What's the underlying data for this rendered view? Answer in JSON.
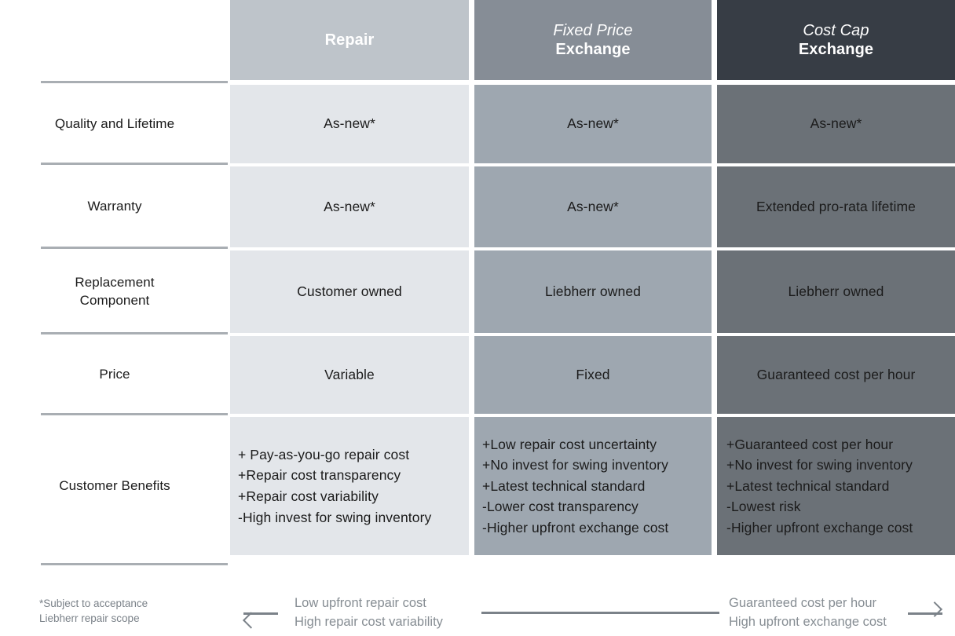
{
  "table": {
    "header": {
      "row_label": "",
      "columns": [
        {
          "id": "repair",
          "line1": "",
          "line2": "Repair",
          "single": true
        },
        {
          "id": "fixed-price",
          "line1": "Fixed Price",
          "line2": "Exchange",
          "single": false
        },
        {
          "id": "cost-cap",
          "line1": "Cost Cap",
          "line2": "Exchange",
          "single": false
        }
      ]
    },
    "rows": [
      {
        "label": "Quality and Lifetime",
        "cells": [
          "As-new*",
          "As-new*",
          "As-new*"
        ]
      },
      {
        "label": "Warranty",
        "cells": [
          "As-new*",
          "As-new*",
          "Extended pro-rata lifetime"
        ]
      },
      {
        "label_line1": "Replacement",
        "label_line2": "Component",
        "label": "Replacement Component",
        "cells": [
          "Customer owned",
          "Liebherr owned",
          "Liebherr owned"
        ]
      },
      {
        "label": "Price",
        "cells": [
          "Variable",
          "Fixed",
          "Guaranteed cost per hour"
        ]
      }
    ],
    "benefits_row": {
      "label": "Customer Benefits",
      "columns": [
        {
          "id": "repair",
          "items": [
            {
              "sign": "+",
              "text": " Pay-as-you-go repair cost"
            },
            {
              "sign": "+",
              "text": "Repair cost transparency"
            },
            {
              "sign": "+",
              "text": "Repair cost variability"
            },
            {
              "sign": "-",
              "text": "High invest for swing inventory"
            }
          ]
        },
        {
          "id": "fixed-price",
          "items": [
            {
              "sign": "+",
              "text": "Low repair cost uncertainty"
            },
            {
              "sign": "+",
              "text": "No invest for swing inventory"
            },
            {
              "sign": "+",
              "text": "Latest technical standard"
            },
            {
              "sign": "-",
              "text": "Lower cost transparency"
            },
            {
              "sign": "-",
              "text": "Higher upfront exchange cost"
            }
          ]
        },
        {
          "id": "cost-cap",
          "items": [
            {
              "sign": "+",
              "text": "Guaranteed cost per hour"
            },
            {
              "sign": "+",
              "text": "No invest for swing inventory"
            },
            {
              "sign": "+",
              "text": "Latest technical standard"
            },
            {
              "sign": "-",
              "text": "Lowest risk"
            },
            {
              "sign": "-",
              "text": "Higher upfront exchange cost"
            }
          ]
        }
      ]
    }
  },
  "footer": {
    "footnote_line1": "*Subject to acceptance",
    "footnote_line2": "Liebherr repair scope",
    "axis_left_line1": "Low upfront repair cost",
    "axis_left_line2": "High repair cost variability",
    "axis_right_line1": "Guaranteed cost per hour",
    "axis_right_line2": "High upfront exchange cost",
    "arrow_left_icon": "arrow-left-icon",
    "arrow_right_icon": "arrow-right-icon"
  },
  "colors": {
    "header_repair": "#bec4ca",
    "header_fixed_price": "#868d96",
    "header_cost_cap": "#373d45",
    "body_repair": "#e3e6ea",
    "body_fixed_price": "#9ea7b0",
    "body_cost_cap": "#6b7177",
    "divider": "#a9aeb3",
    "footnote_text": "#7b8289",
    "axis_text": "#868d93",
    "text": "#1b1b1b",
    "header_text": "#ffffff",
    "background": "#ffffff"
  }
}
